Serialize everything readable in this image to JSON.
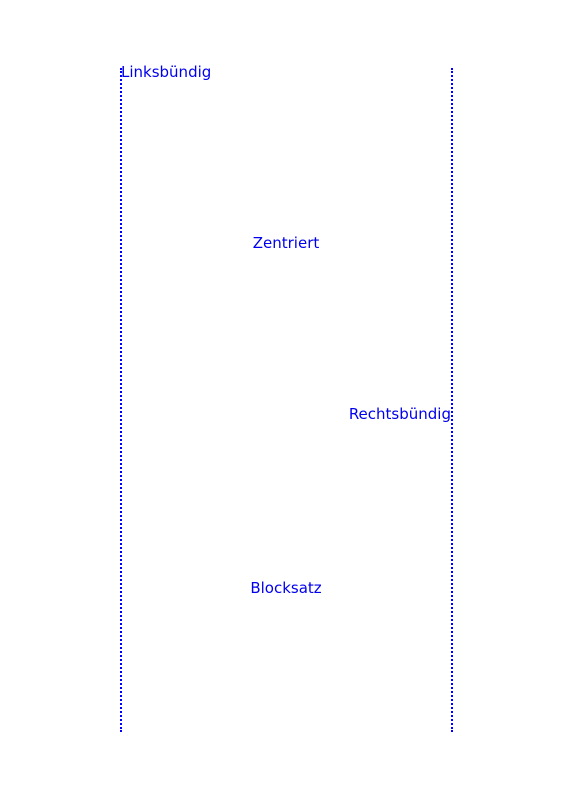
{
  "colors": {
    "text": "#0000ee",
    "guide": "#0000ff",
    "background": "#ffffff"
  },
  "paragraphs": {
    "left": "Linksbündig",
    "center": "Zentriert",
    "right": "Rechtsbündig",
    "justify": "Blocksatz"
  }
}
